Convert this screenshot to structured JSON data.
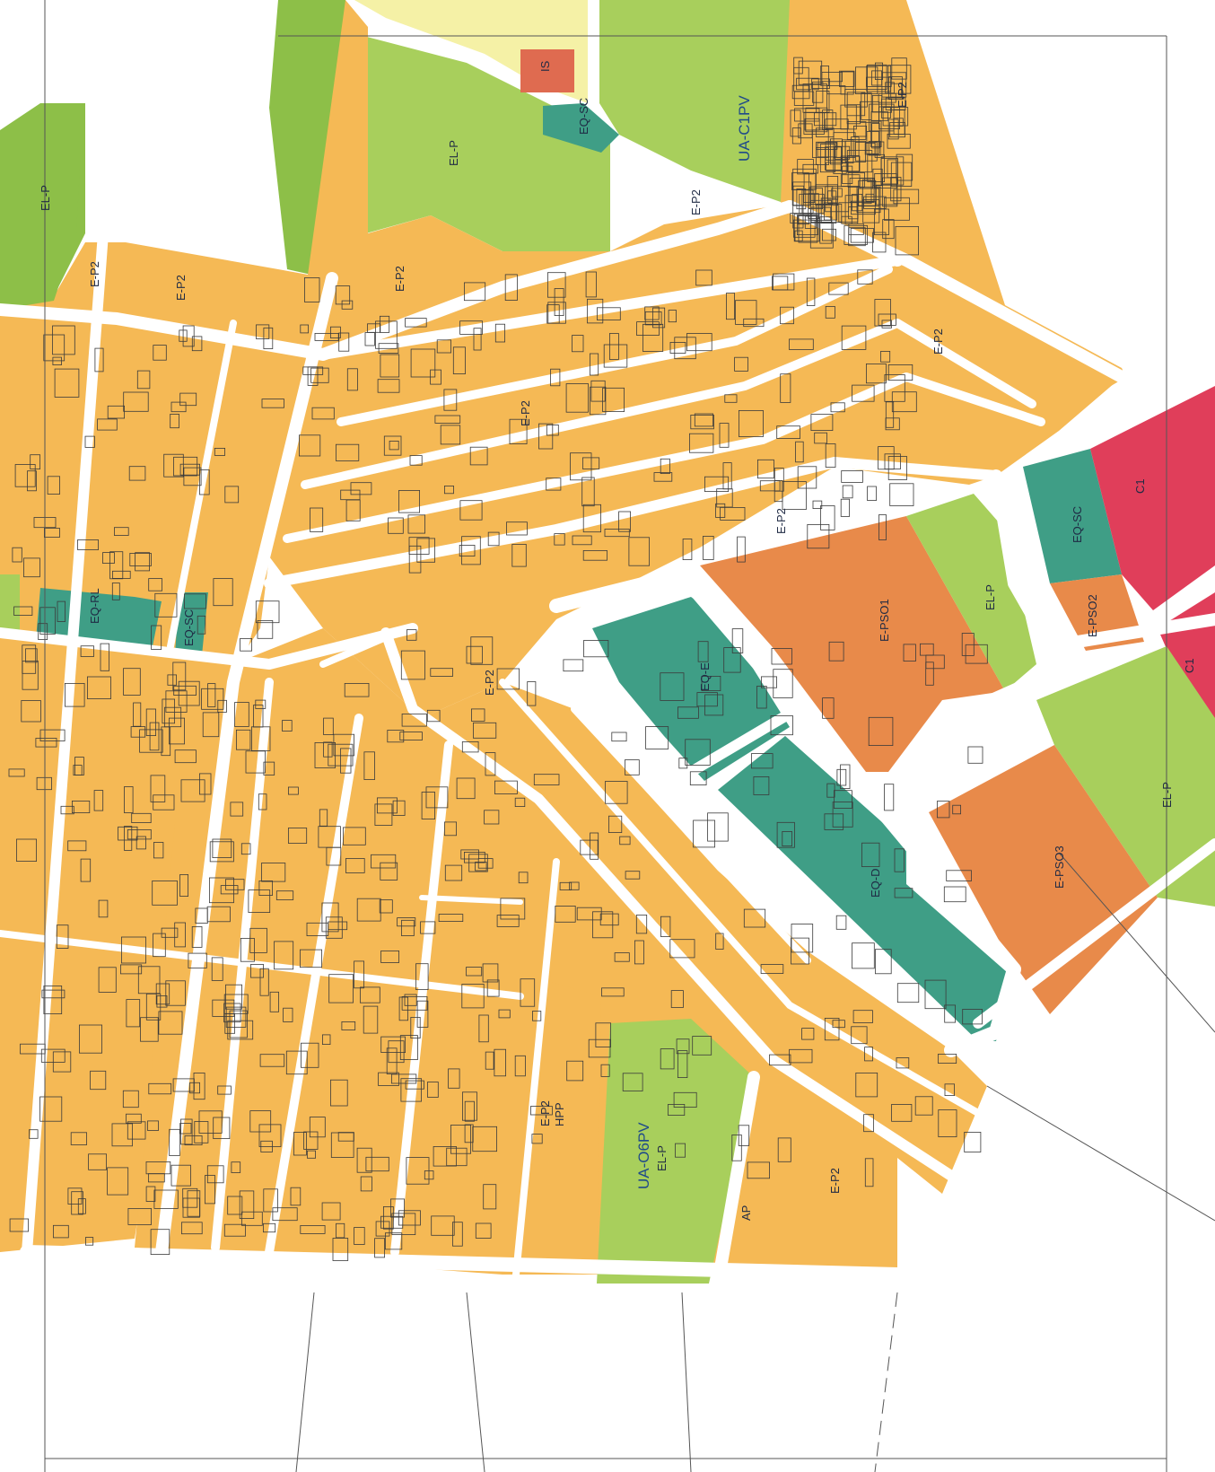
{
  "colors": {
    "residential": "#f5b955",
    "green": "#a8cf5c",
    "green_dark": "#8dbf48",
    "equipment": "#3f9e86",
    "sports": "#e88a4a",
    "commercial": "#e03e5a",
    "services": "#df6b50",
    "yellow_zone": "#f5f1a6",
    "road": "#ffffff",
    "line": "#3b3b3b",
    "border_red": "#c9433c"
  },
  "zones": {
    "is": "IS",
    "eq_sc_top": "EQ-SC",
    "el_p_top": "EL-P",
    "el_p_left": "EL-P",
    "ua_c1pv": "UA-C1PV",
    "eq_rl": "EQ-RL",
    "eq_sc_left": "EQ-SC",
    "eq_e": "EQ-E",
    "eq_d": "EQ-D",
    "e_pso1": "E-PSO1",
    "e_pso2": "E-PSO2",
    "e_pso3": "E-PSO3",
    "el_p_mid": "EL-P",
    "el_p_right": "EL-P",
    "eq_sc_right": "EQ-SC",
    "c1_a": "C1",
    "c1_b": "C1",
    "ua_o6pv": "UA-O6PV",
    "el_p_bottom": "EL-P",
    "e_p2_hpp": "E-P2",
    "hpp": "HPP",
    "ap": "AP",
    "e_p2": [
      "E-P2",
      "E-P2",
      "E-P2",
      "E-P2",
      "E-P2",
      "E-P2",
      "E-P2",
      "E-P2",
      "E-P2",
      "E-P2"
    ]
  }
}
